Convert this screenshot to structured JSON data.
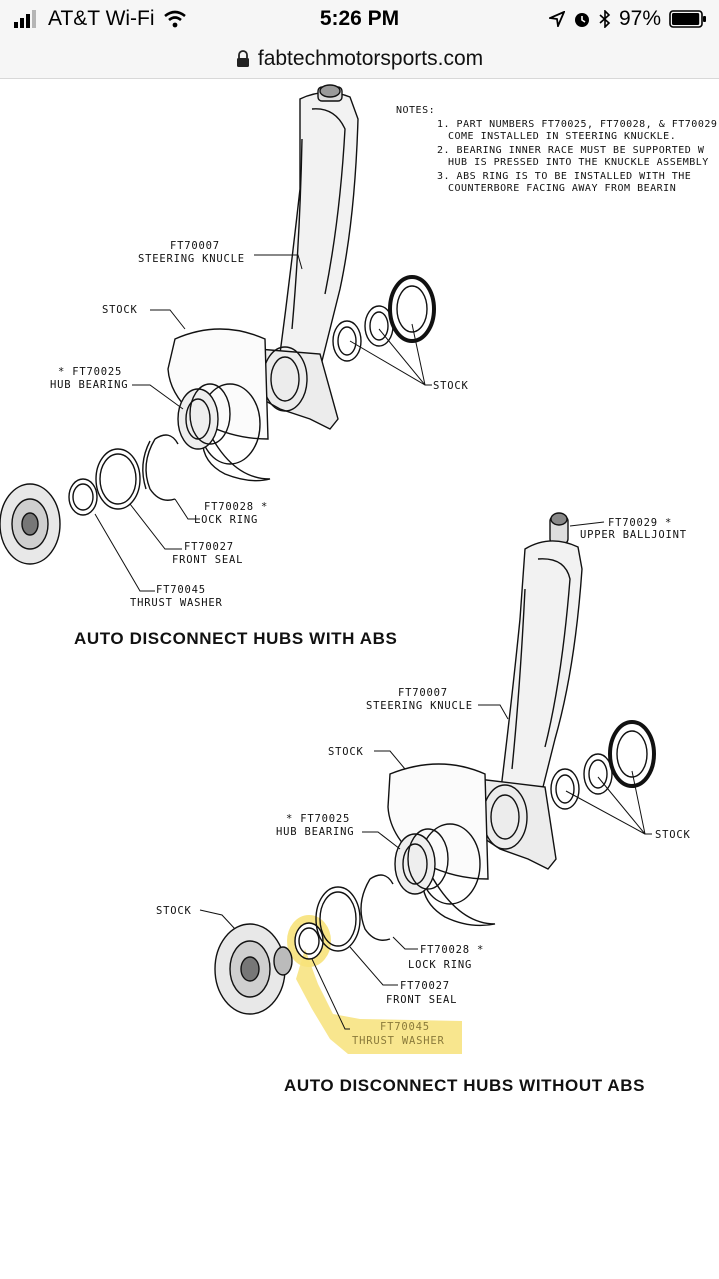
{
  "status_bar": {
    "carrier": "AT&T Wi-Fi",
    "time": "5:26 PM",
    "battery_percent": "97%",
    "battery_level": 0.97
  },
  "url_bar": {
    "domain": "fabtechmotorsports.com"
  },
  "notes": {
    "heading": "NOTES:",
    "lines": [
      "1. PART NUMBERS FT70025, FT70028, & FT70029",
      "COME INSTALLED IN STEERING KNUCKLE.",
      "2. BEARING INNER RACE  MUST BE SUPPORTED W",
      "HUB IS PRESSED INTO THE KNUCKLE ASSEMBLY",
      "3. ABS RING IS TO BE INSTALLED WITH THE",
      "COUNTERBORE FACING AWAY FROM BEARIN"
    ]
  },
  "diagram_top": {
    "caption": "AUTO DISCONNECT HUBS WITH ABS",
    "labels": {
      "knuckle_pn": "FT70007",
      "knuckle_name": "STEERING KNUCLE",
      "stock_a": "STOCK",
      "stock_b": "STOCK",
      "hub_bearing_pn": "* FT70025",
      "hub_bearing_name": "HUB BEARING",
      "lock_ring_pn": "FT70028 *",
      "lock_ring_name": "LOCK RING",
      "front_seal_pn": "FT70027",
      "front_seal_name": "FRONT SEAL",
      "thrust_washer_pn": "FT70045",
      "thrust_washer_name": "THRUST WASHER"
    }
  },
  "diagram_bottom": {
    "caption": "AUTO DISCONNECT HUBS WITHOUT ABS",
    "labels": {
      "ball_joint_pn": "FT70029 *",
      "ball_joint_name": "UPPER BALLJOINT",
      "knuckle_pn": "FT70007",
      "knuckle_name": "STEERING KNUCLE",
      "stock_a": "STOCK",
      "stock_b": "STOCK",
      "stock_c": "STOCK",
      "hub_bearing_pn": "* FT70025",
      "hub_bearing_name": "HUB BEARING",
      "lock_ring_pn": "FT70028 *",
      "lock_ring_name": "LOCK RING",
      "front_seal_pn": "FT70027",
      "front_seal_name": "FRONT SEAL",
      "thrust_washer_pn": "FT70045",
      "thrust_washer_name": "THRUST WASHER"
    },
    "highlight_color": "#f7e27a"
  }
}
